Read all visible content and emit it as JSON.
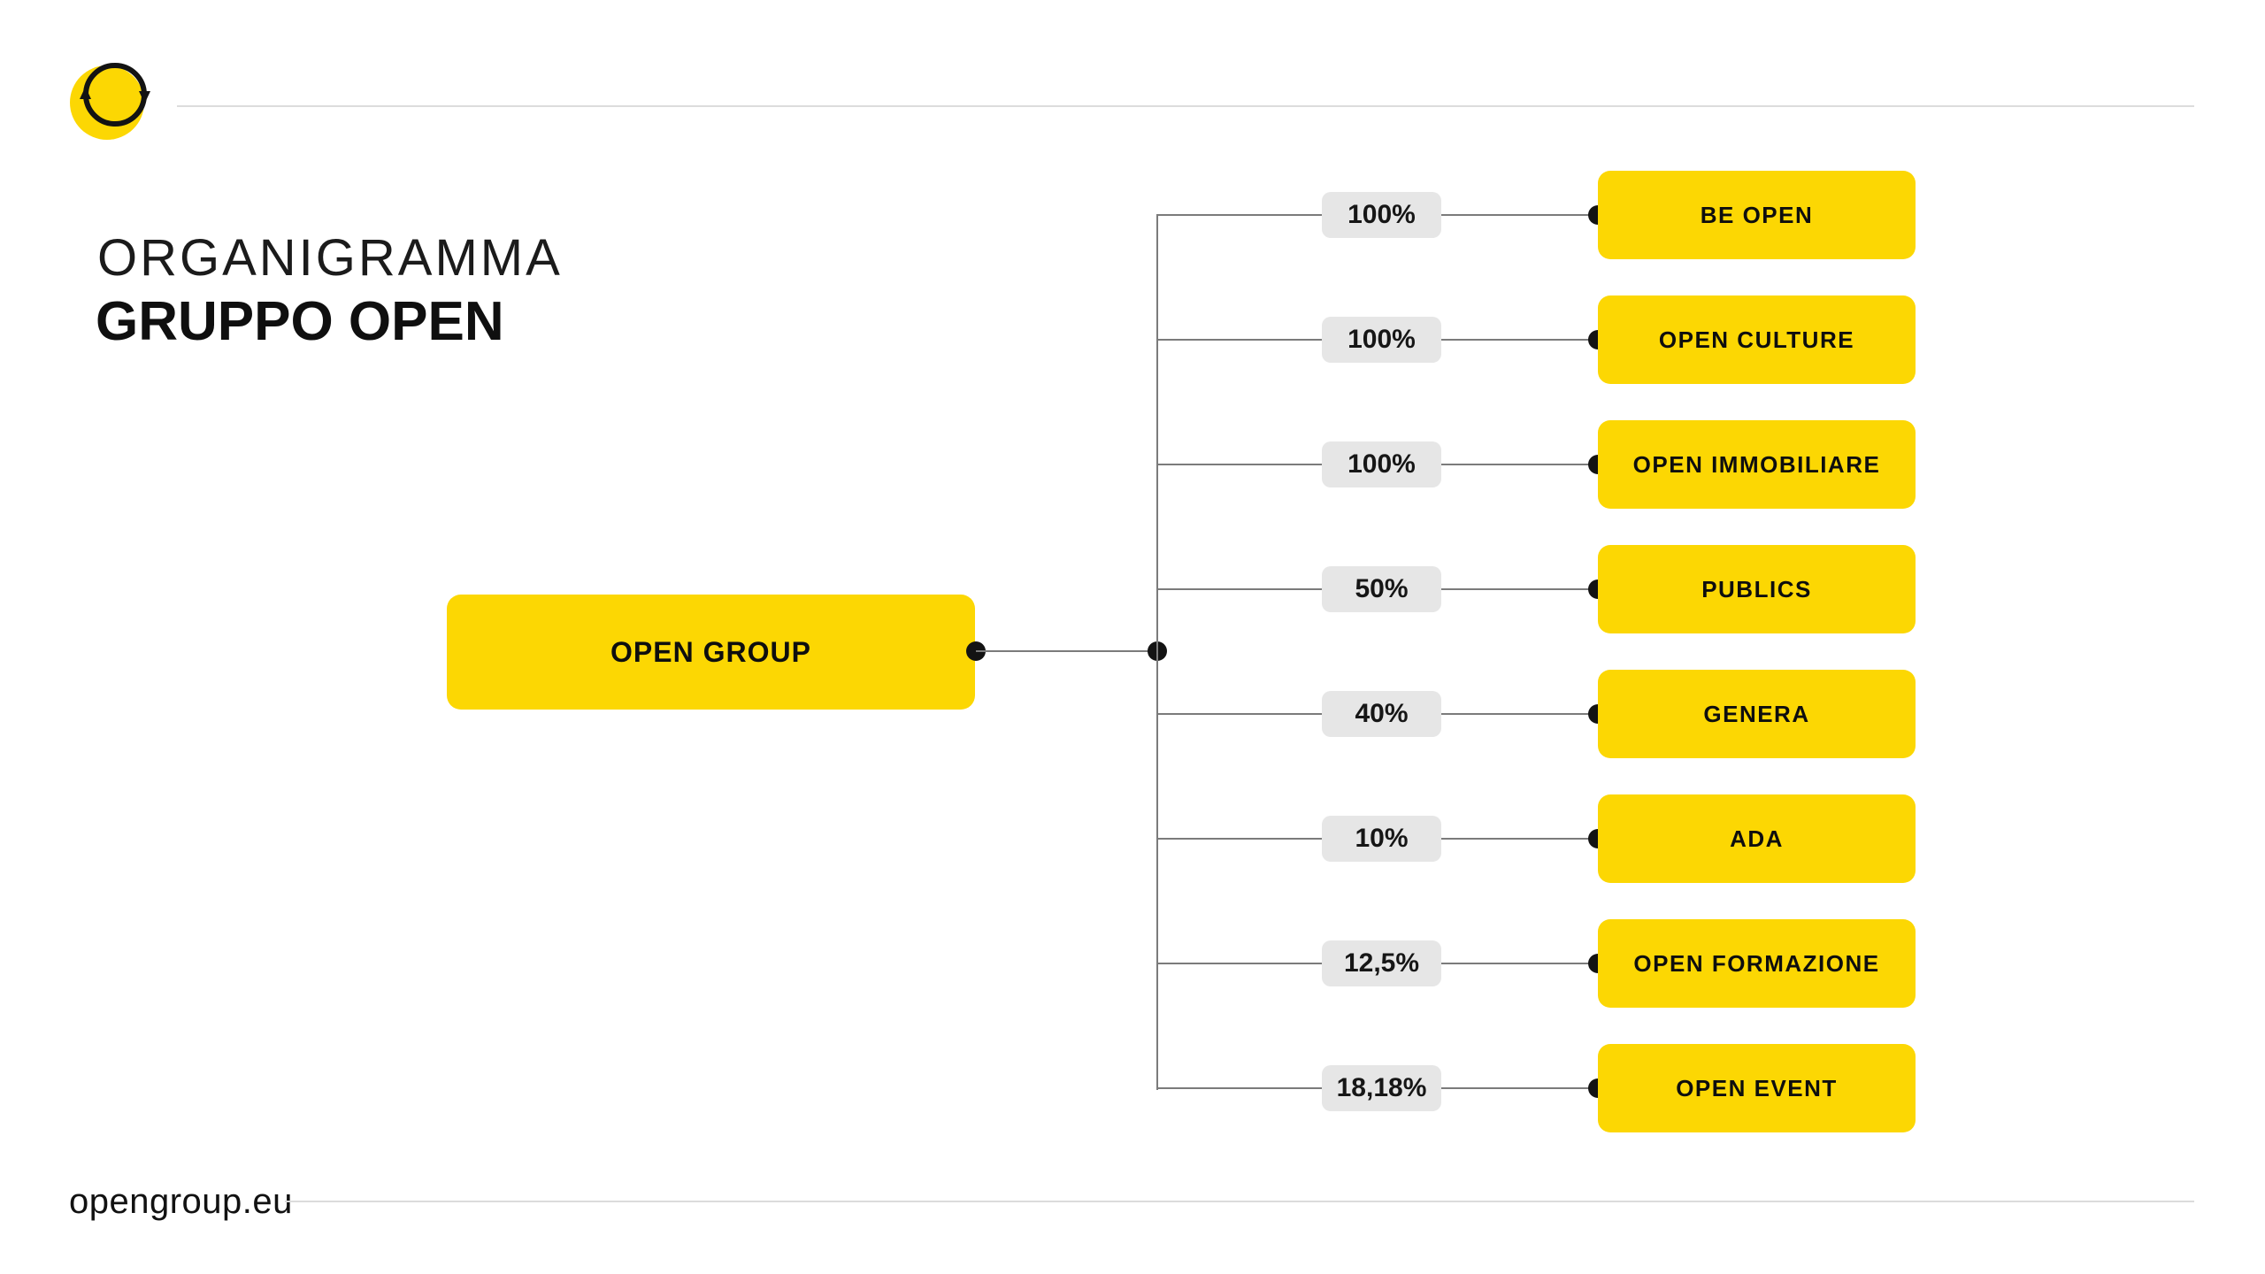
{
  "page": {
    "title_line1": "ORGANIGRAMMA",
    "title_line2": "GRUPPO OPEN",
    "footer": "opengroup.eu"
  },
  "root": {
    "label": "OPEN GROUP"
  },
  "rows": [
    {
      "percent": "100%",
      "name": "BE OPEN"
    },
    {
      "percent": "100%",
      "name": "OPEN CULTURE"
    },
    {
      "percent": "100%",
      "name": "OPEN IMMOBILIARE"
    },
    {
      "percent": "50%",
      "name": "PUBLICS"
    },
    {
      "percent": "40%",
      "name": "GENERA"
    },
    {
      "percent": "10%",
      "name": "ADA"
    },
    {
      "percent": "12,5%",
      "name": "OPEN FORMAZIONE"
    },
    {
      "percent": "18,18%",
      "name": "OPEN EVENT"
    }
  ],
  "icons": {
    "logo": "cycle-arrows-icon"
  },
  "colors": {
    "brand_yellow": "#FCD703",
    "label_gray": "#E6E6E6",
    "line_gray": "#7B7B7B",
    "hairline_gray": "#DCDCDC",
    "text_black": "#141414"
  }
}
